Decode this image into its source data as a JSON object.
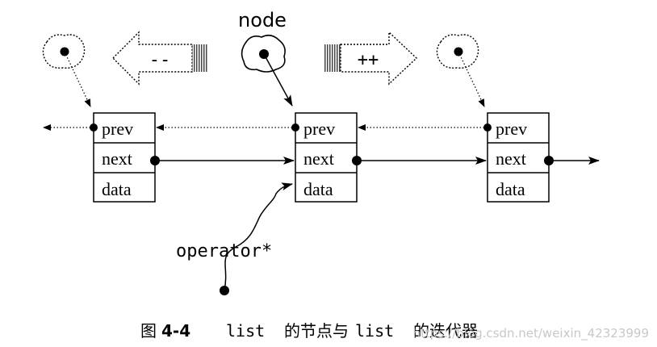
{
  "nodes": [
    {
      "prev": "prev",
      "next": "next",
      "data": "data"
    },
    {
      "prev": "prev",
      "next": "next",
      "data": "data"
    },
    {
      "prev": "prev",
      "next": "next",
      "data": "data"
    }
  ],
  "labels": {
    "node": "node",
    "decrement": "--",
    "increment": "++",
    "deref": "operator*"
  },
  "caption": {
    "prefix": "图",
    "number": "4-4",
    "term1": "list",
    "text1": "的节点与",
    "term2": "list",
    "text2": "的迭代器"
  },
  "watermark": "https://blog.csdn.net/weixin_42323999"
}
